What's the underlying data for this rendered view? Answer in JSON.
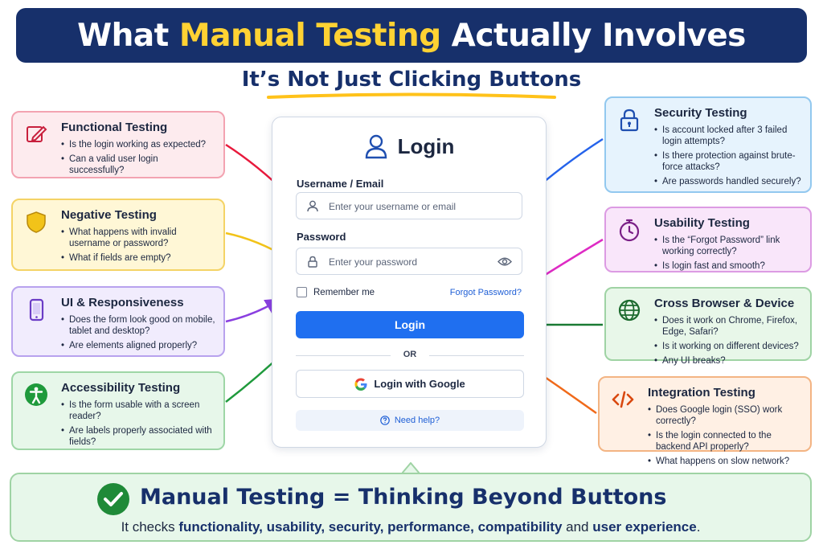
{
  "header": {
    "title_pre": "What ",
    "title_highlight": "Manual Testing",
    "title_post": " Actually Involves",
    "subtitle": "It’s Not Just Clicking Buttons"
  },
  "cards": {
    "functional": {
      "title": "Functional Testing",
      "icon": "pencil-icon",
      "items": [
        "Is the login working as expected?",
        "Can a valid user login successfully?"
      ]
    },
    "negative": {
      "title": "Negative Testing",
      "icon": "shield-icon",
      "items": [
        "What happens with invalid username or password?",
        "What if fields are empty?"
      ]
    },
    "ui": {
      "title": "UI & Responsiveness",
      "icon": "mobile-icon",
      "items": [
        "Does the form look good on mobile, tablet and desktop?",
        "Are elements aligned properly?"
      ]
    },
    "accessibility": {
      "title": "Accessibility Testing",
      "icon": "accessibility-icon",
      "items": [
        "Is the form usable with a screen reader?",
        "Are labels properly associated with fields?"
      ]
    },
    "security": {
      "title": "Security Testing",
      "icon": "lock-icon",
      "items": [
        "Is account locked after 3 failed login attempts?",
        "Is there protection against brute-force attacks?",
        "Are passwords handled securely?"
      ]
    },
    "usability": {
      "title": "Usability Testing",
      "icon": "stopwatch-icon",
      "items": [
        "Is the “Forgot Password” link working correctly?",
        "Is login fast and smooth?"
      ]
    },
    "cross": {
      "title": "Cross Browser & Device",
      "icon": "globe-icon",
      "items": [
        "Does it work on Chrome, Firefox, Edge, Safari?",
        "Is it working on different devices?",
        "Any UI breaks?"
      ]
    },
    "integration": {
      "title": "Integration Testing",
      "icon": "code-icon",
      "items": [
        "Does Google login (SSO) work correctly?",
        "Is the login connected to the backend API properly?",
        "What happens on slow network?"
      ]
    }
  },
  "login": {
    "title": "Login",
    "username_label": "Username / Email",
    "username_placeholder": "Enter your username or email",
    "password_label": "Password",
    "password_placeholder": "Enter your password",
    "remember": "Remember me",
    "forgot": "Forgot Password?",
    "login_button": "Login",
    "or": "OR",
    "google_button": "Login with Google",
    "help": "Need help?"
  },
  "footer": {
    "headline": "Manual Testing = Thinking Beyond Buttons",
    "text_pre": "It checks ",
    "bold_terms": "functionality, usability, security, performance, compatibility",
    "text_mid": " and ",
    "bold_last": "user experience",
    "text_end": "."
  },
  "colors": {
    "navy": "#17306b",
    "yellow": "#ffd233",
    "blue": "#1f6ff0",
    "red_arrow": "#e8193c",
    "yellow_arrow": "#f2c319",
    "purple_arrow": "#8a3fe0",
    "green_arrow": "#1f9a3c",
    "blue_arrow": "#2563eb",
    "magenta_arrow": "#de2bc4",
    "orange_arrow": "#f06a1a"
  }
}
